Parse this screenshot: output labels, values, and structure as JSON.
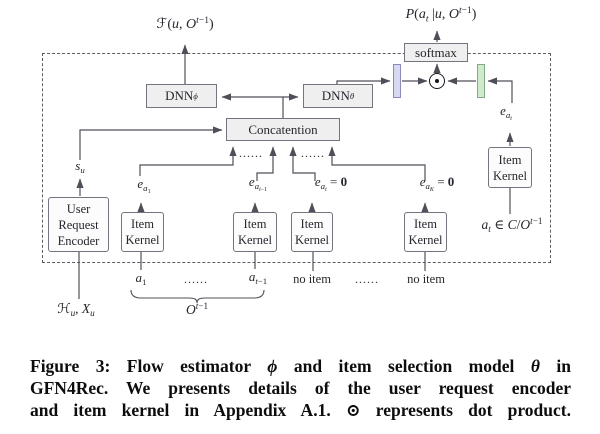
{
  "figure": {
    "colors": {
      "purple_bar": "#d8d8f3",
      "purple_bar_border": "#8a8ab8",
      "green_bar": "#cfe9cd",
      "green_bar_border": "#82ab80",
      "box_fill": "#efefef",
      "box_border": "#74747e",
      "line": "#4f4f59",
      "text": "#26262e"
    },
    "outputs": {
      "flow_label": [
        "ℱ(",
        {
          "i": "u"
        },
        ", ",
        {
          "i": "O"
        },
        {
          "sup": [
            {
              "i": "t"
            },
            "−1"
          ]
        },
        ")"
      ],
      "prob_label": [
        {
          "i": "P"
        },
        "(",
        {
          "i": "a"
        },
        {
          "sub": [
            {
              "i": "t"
            }
          ]
        },
        " |",
        {
          "i": "u"
        },
        ", ",
        {
          "i": "O"
        },
        {
          "sup": [
            {
              "i": "t"
            },
            "−1"
          ]
        },
        ")"
      ]
    },
    "boxes": {
      "softmax": "softmax",
      "concatenation": "Concatention",
      "dnn_phi": [
        "DNN",
        {
          "sub": [
            {
              "i": "ϕ"
            }
          ]
        }
      ],
      "dnn_theta": [
        "DNN",
        {
          "sub": [
            {
              "i": "θ"
            }
          ]
        }
      ],
      "user_request_encoder": [
        "User",
        "Request",
        "Encoder"
      ],
      "item_kernel": [
        "Item",
        "Kernel"
      ]
    },
    "labels": {
      "s_u": [
        {
          "i": "s"
        },
        {
          "sub": [
            {
              "i": "u"
            }
          ]
        }
      ],
      "e_a1": [
        {
          "i": "e"
        },
        {
          "sub": [
            {
              "i": "a"
            },
            {
              "sub": [
                "1"
              ]
            }
          ]
        }
      ],
      "e_at_minus1": [
        {
          "i": "e"
        },
        {
          "sub": [
            {
              "i": "a"
            },
            {
              "sub": [
                {
                  "i": "t"
                },
                "−1"
              ]
            }
          ]
        }
      ],
      "e_at_zero": [
        {
          "i": "e"
        },
        {
          "sub": [
            {
              "i": "a"
            },
            {
              "sub": [
                {
                  "i": "t"
                }
              ]
            }
          ]
        },
        " = ",
        {
          "b": "0"
        }
      ],
      "e_aK_zero": [
        {
          "i": "e"
        },
        {
          "sub": [
            {
              "i": "a"
            },
            {
              "sub": [
                {
                  "i": "K"
                }
              ]
            }
          ]
        },
        " = ",
        {
          "b": "0"
        }
      ],
      "e_at": [
        {
          "i": "e"
        },
        {
          "sub": [
            {
              "i": "a"
            },
            {
              "sub": [
                {
                  "i": "t"
                }
              ]
            }
          ]
        }
      ],
      "a_t_candidate": [
        {
          "i": "a"
        },
        {
          "sub": [
            {
              "i": "t"
            }
          ]
        },
        " ∈ ",
        {
          "i": "C"
        },
        "/",
        {
          "i": "O"
        },
        {
          "sup": [
            {
              "i": "t"
            },
            "−1"
          ]
        }
      ],
      "a_1": [
        {
          "i": "a"
        },
        {
          "sub": [
            "1"
          ]
        }
      ],
      "a_t_minus1": [
        {
          "i": "a"
        },
        {
          "sub": [
            {
              "i": "t"
            },
            "−1"
          ]
        }
      ],
      "o_t_minus1": [
        {
          "i": "O"
        },
        {
          "sup": [
            {
              "i": "t"
            },
            "−1"
          ]
        }
      ],
      "history_features": [
        "ℋ",
        {
          "sub": [
            {
              "i": "u"
            }
          ]
        },
        ", ",
        {
          "i": "X"
        },
        {
          "sub": [
            {
              "i": "u"
            }
          ]
        }
      ],
      "no_item": "no item",
      "ellipsis": "......"
    },
    "caption": {
      "lines": [
        [
          "Figure 3: Flow estimator ",
          {
            "i": "ϕ"
          },
          " and item selection model ",
          {
            "i": "θ"
          },
          " in"
        ],
        [
          "GFN4Rec. We presents details of the user request encoder"
        ],
        [
          "and item kernel in Appendix A.1. ⊙ represents dot product."
        ]
      ]
    }
  }
}
